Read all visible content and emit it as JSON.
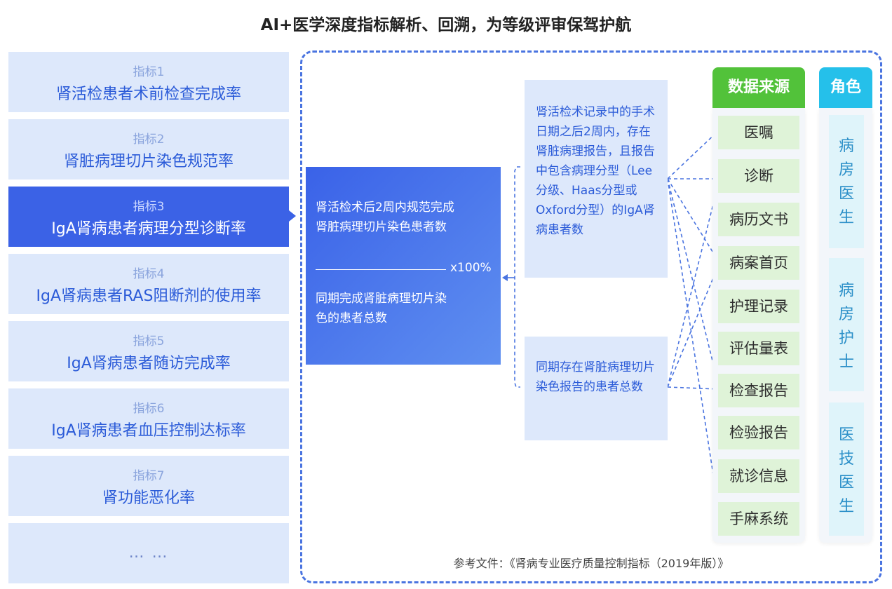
{
  "title": "AI+医学深度指标解析、回溯，为等级评审保驾护航",
  "indicators": [
    {
      "label": "指标1",
      "text": "肾活检患者术前检查完成率"
    },
    {
      "label": "指标2",
      "text": "肾脏病理切片染色规范率"
    },
    {
      "label": "指标3",
      "text": "IgA肾病患者病理分型诊断率"
    },
    {
      "label": "指标4",
      "text": "IgA肾病患者RAS阻断剂的使用率"
    },
    {
      "label": "指标5",
      "text": "IgA肾病患者随访完成率"
    },
    {
      "label": "指标6",
      "text": "IgA肾病患者血压控制达标率"
    },
    {
      "label": "指标7",
      "text": "肾功能恶化率"
    },
    {
      "label": "",
      "text": "… …"
    }
  ],
  "formula": {
    "numerator": "肾活检术后2周内规范完成肾脏病理切片染色患者数",
    "denominator": "同期完成肾脏病理切片染色的患者总数",
    "multiplier": "x100%"
  },
  "sources": [
    "肾活检术记录中的手术日期之后2周内，存在肾脏病理报告，且报告中包含病理分型（Lee分级、Haas分型或Oxford分型）的IgA肾病患者数",
    "同期存在肾脏病理切片染色报告的患者总数"
  ],
  "data_sources": {
    "header": "数据来源",
    "items": [
      "医嘱",
      "诊断",
      "病历文书",
      "病案首页",
      "护理记录",
      "评估量表",
      "检查报告",
      "检验报告",
      "就诊信息",
      "手麻系统"
    ]
  },
  "roles": {
    "header": "角色",
    "items": [
      [
        "病",
        "房",
        "医",
        "生"
      ],
      [
        "病",
        "房",
        "护",
        "士"
      ],
      [
        "医",
        "技",
        "医",
        "生"
      ]
    ]
  },
  "reference": "参考文件：《肾病专业医疗质量控制指标（2019年版）》",
  "colors": {
    "primary_blue": "#3b62e6",
    "light_blue_bg": "#dde8fb",
    "data_source_green": "#52c23a",
    "data_item_bg": "#dff3d8",
    "role_cyan": "#25c0ea",
    "role_item_bg": "#dff4fa"
  }
}
